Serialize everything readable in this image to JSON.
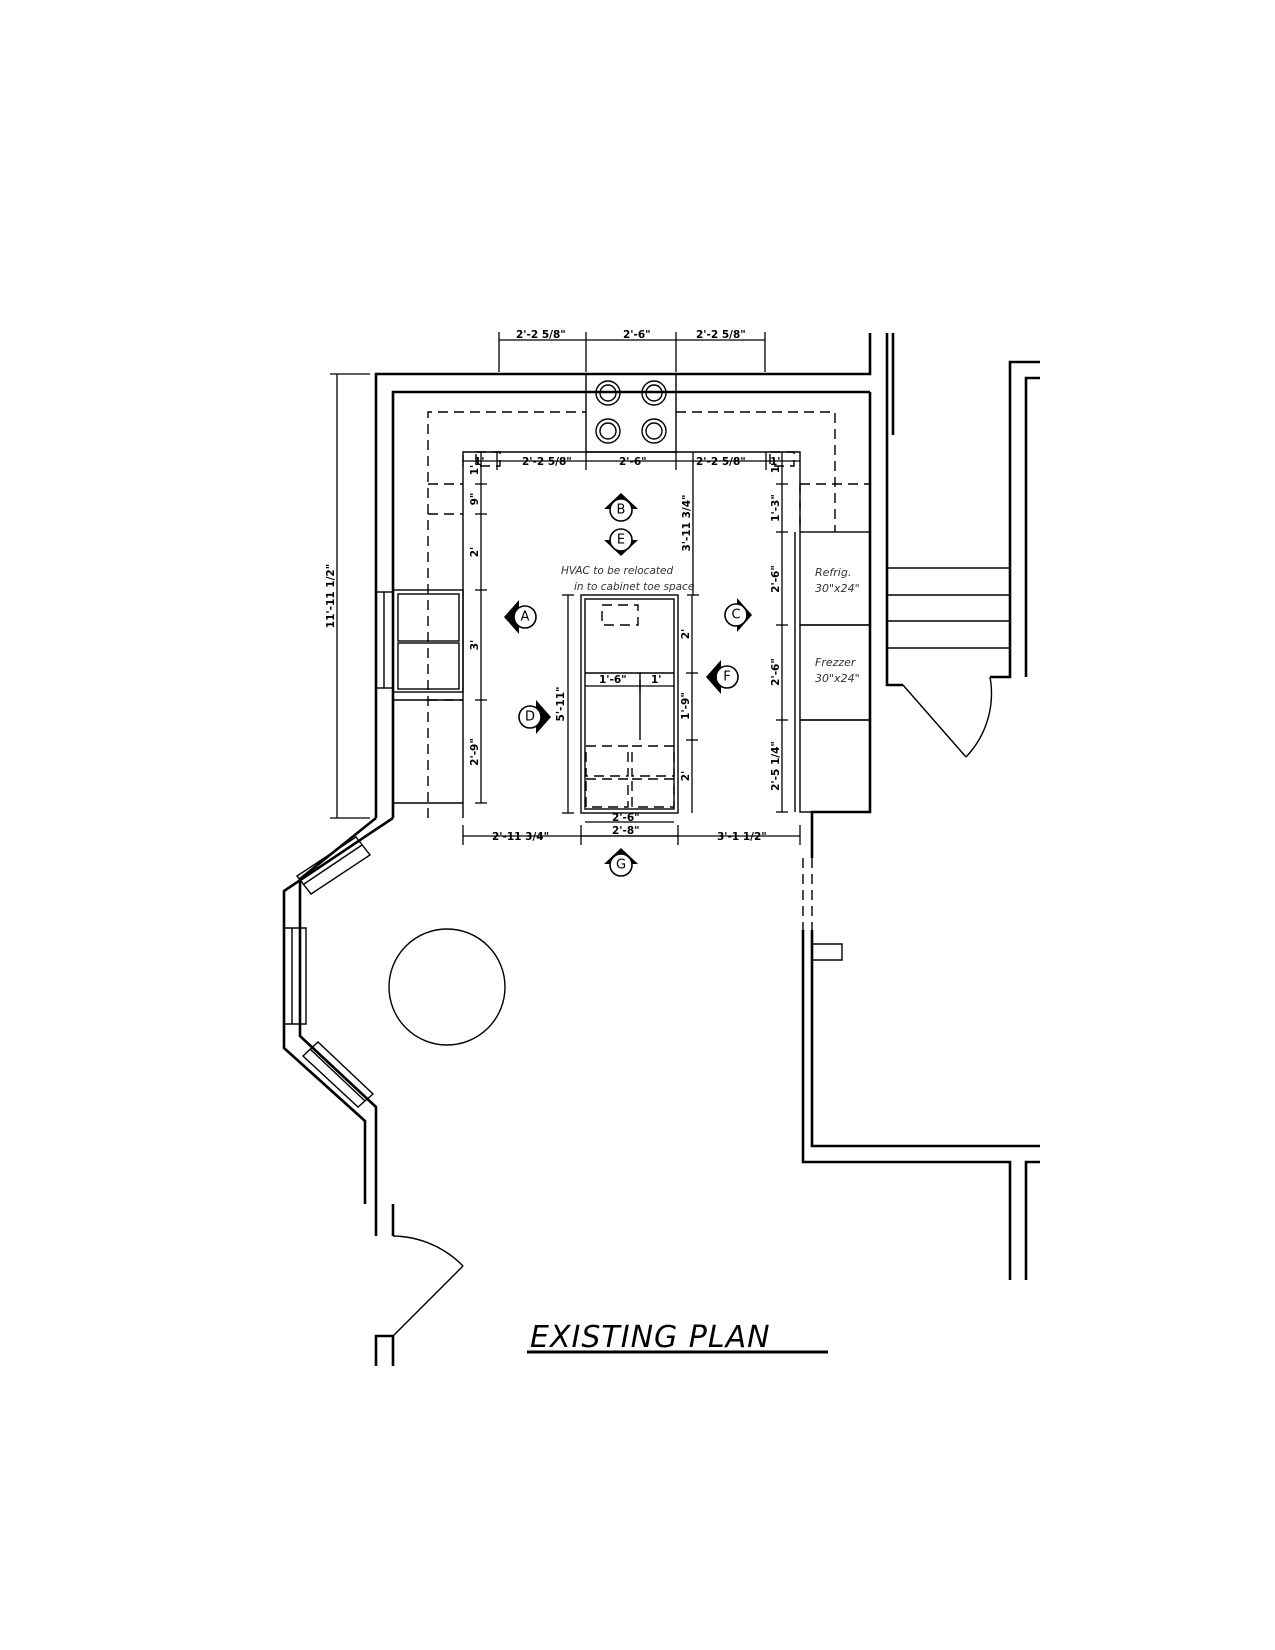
{
  "title": "EXISTING PLAN",
  "notes": {
    "hvac_line1": "HVAC to be relocated",
    "hvac_line2": "in to cabinet toe space"
  },
  "appliances": {
    "refrigerator": {
      "label": "Refrig.",
      "size": "30\"x24\""
    },
    "freezer": {
      "label": "Frezzer",
      "size": "30\"x24\""
    }
  },
  "markers": [
    "A",
    "B",
    "C",
    "D",
    "E",
    "F",
    "G"
  ],
  "dimensions": {
    "top_left": "2'-2 5/8\"",
    "top_mid": "2'-6\"",
    "top_right": "2'-2 5/8\"",
    "inner_left_1": "1'",
    "inner_left": "2'-2 5/8\"",
    "inner_mid": "2'-6\"",
    "inner_right": "2'-2 5/8\"",
    "inner_right_1": "1'",
    "overall_left": "11'-11 1/2\"",
    "left_1": "1'",
    "left_2": "9\"",
    "left_3": "2'",
    "left_4": "3'",
    "left_5": "2'-9\"",
    "center_vertical": "3'-11 3/4\"",
    "island_length": "5'-11\"",
    "island_right_1": "2'",
    "island_right_2": "1'-9\"",
    "island_right_3": "2'",
    "island_inner_1": "1'-6\"",
    "island_inner_2": "1'",
    "right_1": "1'",
    "right_2": "1'-3\"",
    "right_3": "2'-6\"",
    "right_4": "2'-6\"",
    "right_5": "2'-5 1/4\"",
    "bottom_island_1": "2'-6\"",
    "bottom_island_2": "2'-8\"",
    "bottom_left": "2'-11 3/4\"",
    "bottom_right": "3'-1 1/2\""
  }
}
